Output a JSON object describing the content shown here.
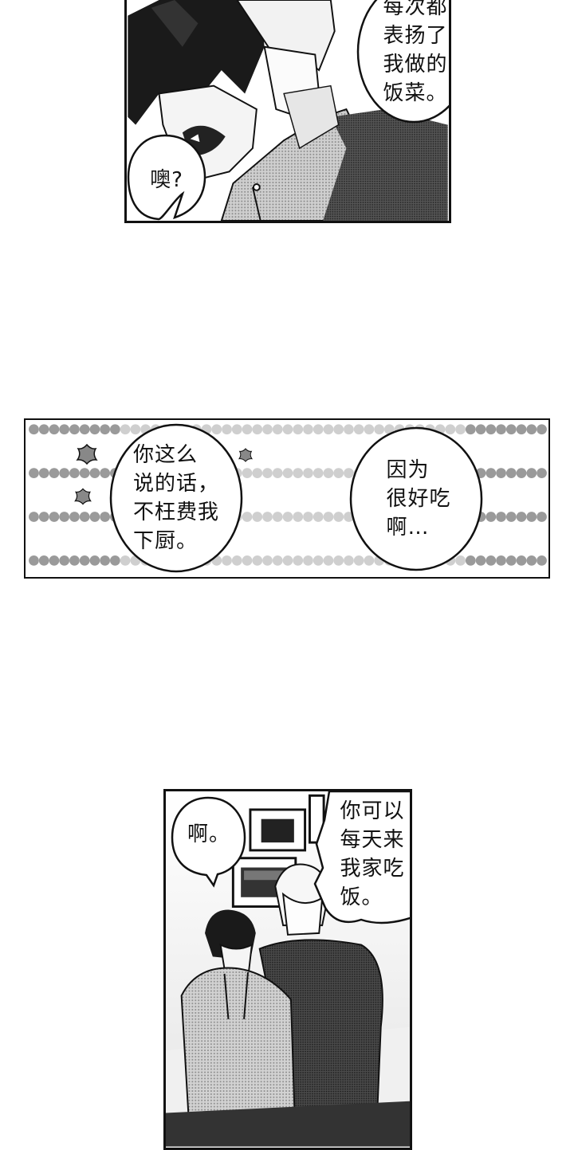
{
  "panel1": {
    "bubble_right": {
      "lines": [
        "每次都",
        "表扬了",
        "我做的",
        "饭菜。"
      ]
    },
    "bubble_left": {
      "lines": [
        "噢?"
      ]
    }
  },
  "panel2": {
    "bubble_left": {
      "lines": [
        "你这么",
        "说的话，",
        "不枉费我",
        "下厨。"
      ]
    },
    "bubble_right": {
      "lines": [
        "因为",
        "很好吃",
        "啊…"
      ]
    }
  },
  "panel3": {
    "bubble_left": {
      "lines": [
        "啊。"
      ]
    },
    "bubble_right": {
      "lines": [
        "你可以",
        "每天来",
        "我家吃",
        "饭。"
      ]
    }
  }
}
